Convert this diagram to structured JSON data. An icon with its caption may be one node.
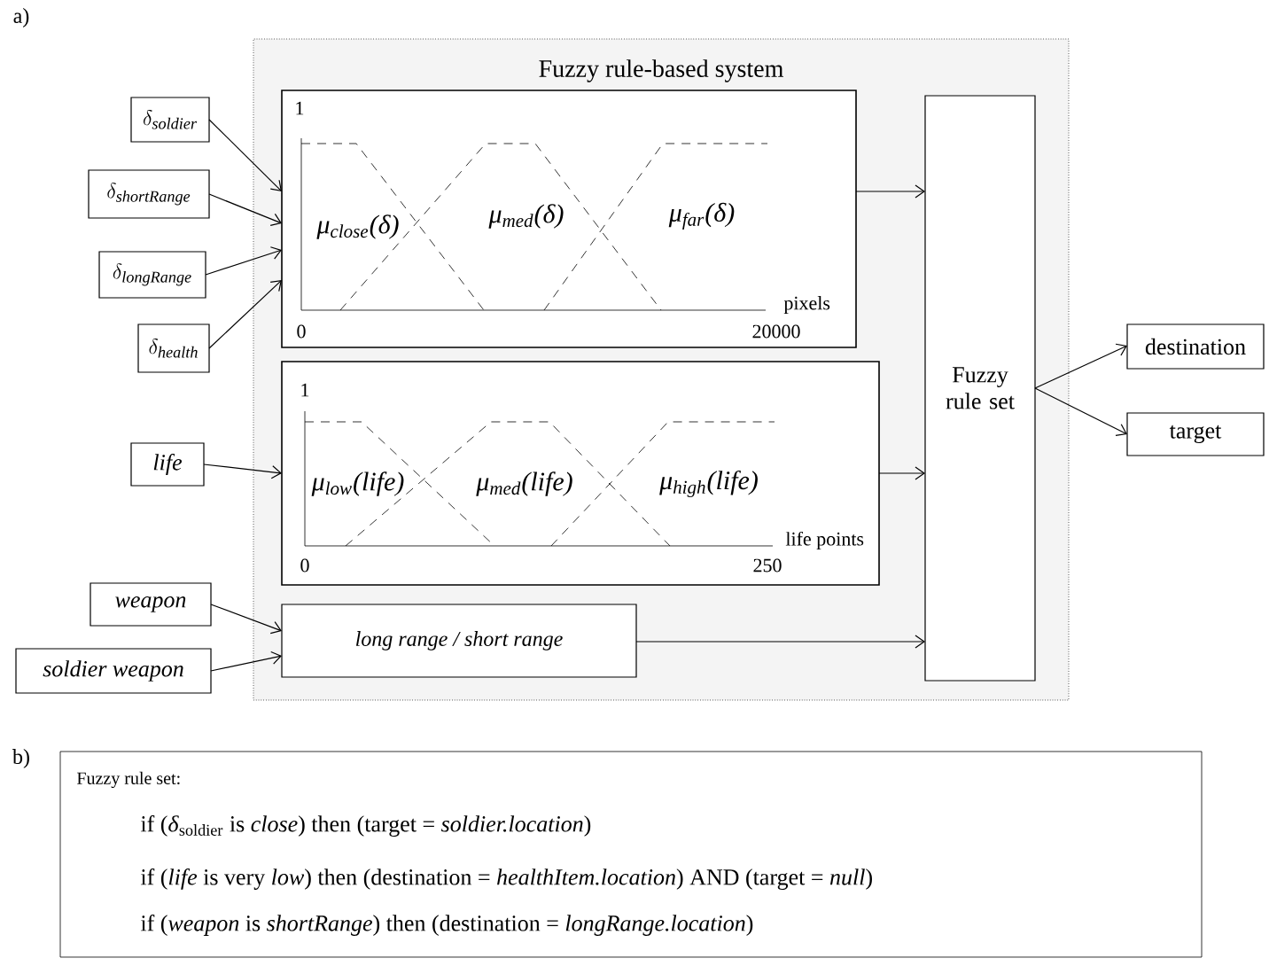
{
  "diagram": {
    "nodes": [
      {
        "text": [
          "Fuzzy rule-based system"
        ]
      },
      {
        "text": [
          "1",
          "μ$_{close}$(δ)",
          "μ$_{med}$(δ)",
          "μ$_{far}$(δ)",
          "pixels",
          "0",
          "20000"
        ],
        "in": 0
      },
      {
        "text": [
          "1",
          "μ$_{low}$(life)",
          "μ$_{med}$(life)",
          "μ$_{high}$(life)",
          "life points",
          "0",
          "250"
        ],
        "in": 0
      },
      {
        "text": [
          "long range / short range"
        ],
        "in": 0
      },
      {
        "text": [
          "Fuzzy rule set"
        ],
        "in": 0
      },
      {
        "text": [
          "\\delta_{\\mathit{soldier}}"
        ]
      },
      {
        "text": [
          "\\delta_{\\mathit{shortRange}}"
        ]
      },
      {
        "text": [
          "\\delta_{\\mathit{longRange}}"
        ]
      },
      {
        "text": [
          "\\delta_{\\mathit{health}}"
        ]
      },
      {
        "text": [
          "life"
        ]
      },
      {
        "text": [
          "weapon"
        ]
      },
      {
        "text": [
          "soldier weapon"
        ]
      },
      {
        "text": [
          "destination"
        ]
      },
      {
        "text": [
          "target"
        ]
      },
      {
        "text": [
          "Fuzzy rule set:",
          "if (*δ*$_{soldier}$ is *close*) then (target = *soldier.location*)",
          "if (*life* is very *low*) then (destination = *healthItem.location*) AND (target = *null*)",
          "if (*weapon* is *shortRange*) then (destination = *longRange.location*)"
        ]
      }
    ],
    "edges": [
      {
        "from": 5,
        "to": 1,
        "arrow": "to"
      },
      {
        "from": 6,
        "to": 1,
        "arrow": "to"
      },
      {
        "from": 7,
        "to": 1,
        "arrow": "to"
      },
      {
        "from": 8,
        "to": 1,
        "arrow": "to"
      },
      {
        "from": 9,
        "to": 2,
        "arrow": "to"
      },
      {
        "from": 10,
        "to": 3,
        "arrow": "to"
      },
      {
        "from": 11,
        "to": 3,
        "arrow": "to"
      },
      {
        "from": 1,
        "to": 4,
        "arrow": "to"
      },
      {
        "from": 2,
        "to": 4,
        "arrow": "to"
      },
      {
        "from": 3,
        "to": 4,
        "arrow": "to"
      },
      {
        "from": 4,
        "to": 12,
        "arrow": "to"
      },
      {
        "from": 4,
        "to": 13,
        "arrow": "to"
      }
    ],
    "labels": [
      "a)",
      "b)"
    ]
  }
}
